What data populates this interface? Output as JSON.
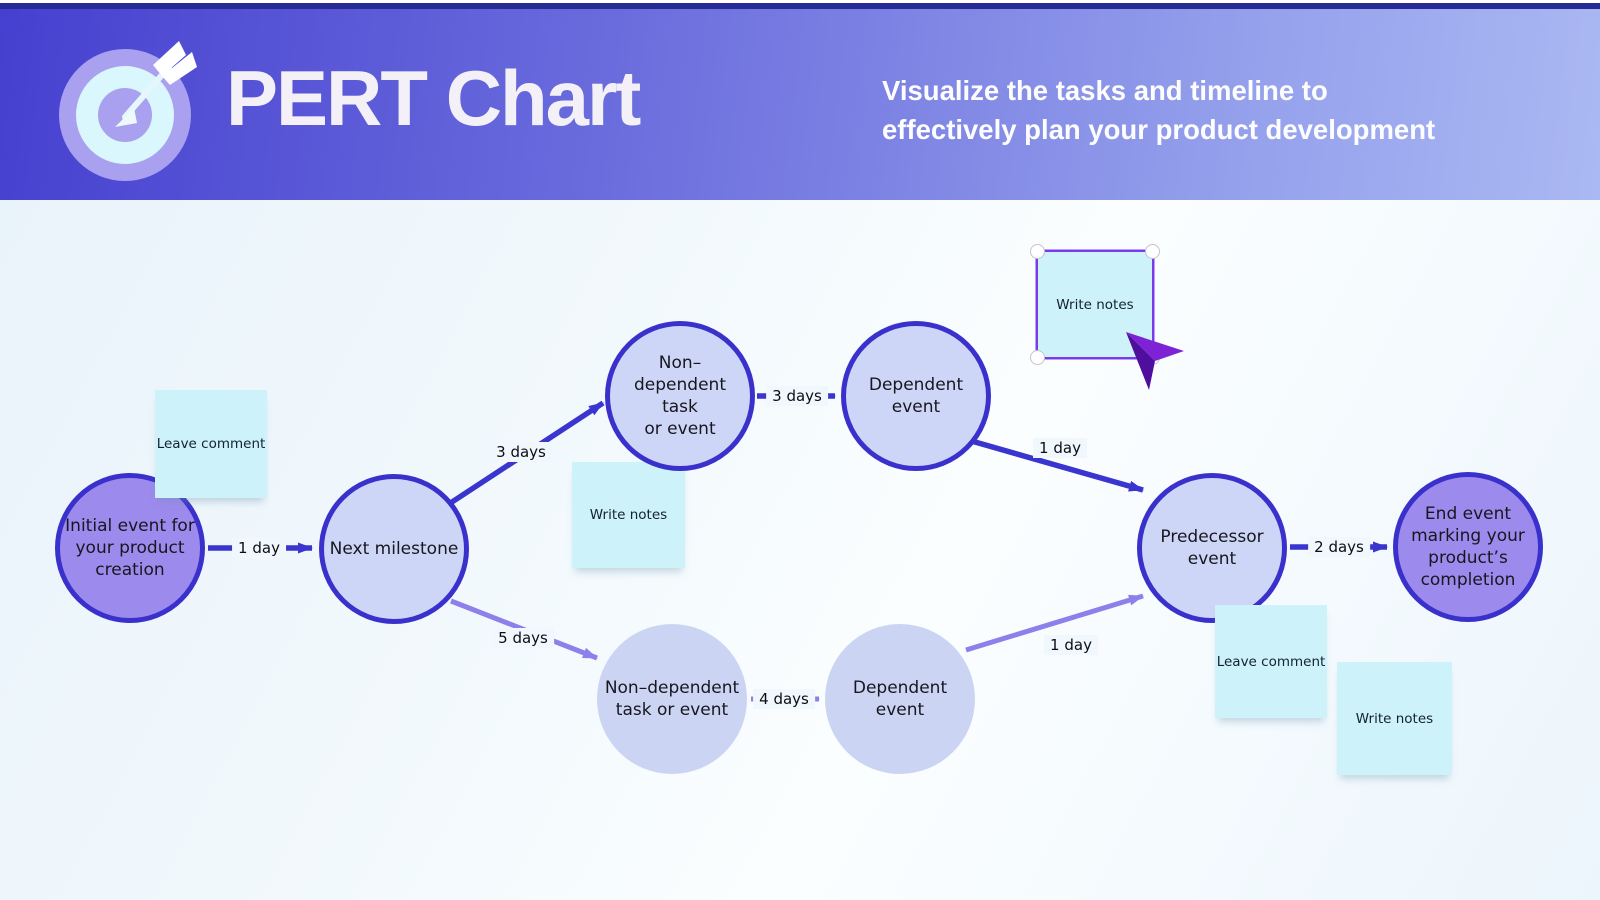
{
  "header": {
    "title": "PERT Chart",
    "subtitle": "Visualize the tasks and timeline to\neffectively plan your product development",
    "logo_icon": "target-with-arrow-icon"
  },
  "diagram": {
    "nodes": [
      {
        "id": "initial-event",
        "label": "Initial event for\nyour product\ncreation"
      },
      {
        "id": "next-milestone",
        "label": "Next milestone"
      },
      {
        "id": "nondependent-task-top",
        "label": "Non–\ndependent task\nor event"
      },
      {
        "id": "dependent-event-top",
        "label": "Dependent\nevent"
      },
      {
        "id": "nondependent-task-bottom",
        "label": "Non–dependent\ntask or event"
      },
      {
        "id": "dependent-event-bottom",
        "label": "Dependent\nevent"
      },
      {
        "id": "predecessor-event",
        "label": "Predecessor\nevent"
      },
      {
        "id": "end-event",
        "label": "End event\nmarking your\nproduct’s\ncompletion"
      }
    ],
    "edges": [
      {
        "from": "initial-event",
        "to": "next-milestone",
        "label": "1 day"
      },
      {
        "from": "next-milestone",
        "to": "nondependent-task-top",
        "label": "3 days"
      },
      {
        "from": "nondependent-task-top",
        "to": "dependent-event-top",
        "label": "3 days"
      },
      {
        "from": "dependent-event-top",
        "to": "predecessor-event",
        "label": "1 day"
      },
      {
        "from": "predecessor-event",
        "to": "end-event",
        "label": "2 days"
      },
      {
        "from": "next-milestone",
        "to": "nondependent-task-bottom",
        "label": "5 days"
      },
      {
        "from": "nondependent-task-bottom",
        "to": "dependent-event-bottom",
        "label": "4 days"
      },
      {
        "from": "dependent-event-bottom",
        "to": "predecessor-event",
        "label": "1 day"
      }
    ],
    "notes": [
      {
        "label": "Leave comment",
        "selected": false
      },
      {
        "label": "Write notes",
        "selected": false
      },
      {
        "label": "Write notes",
        "selected": true
      },
      {
        "label": "Leave comment",
        "selected": false
      },
      {
        "label": "Write notes",
        "selected": false
      }
    ]
  },
  "colors": {
    "headerGradientStart": "#4640d0",
    "headerGradientEnd": "#aab8f3",
    "headerTopStripe": "#272c94",
    "nodePurpleFill": "#9c8aec",
    "nodeLightFill": "#cdd6f6",
    "nodePlainFill": "#ccd4f3",
    "nodeBorder": "#3a31cd",
    "arrowDark": "#3b35cf",
    "arrowLight": "#8d80ea",
    "noteFill": "#cdf2fa",
    "selection": "#7c3aed",
    "cursorLight": "#7d22d4",
    "cursorDark": "#4f0e9e"
  }
}
